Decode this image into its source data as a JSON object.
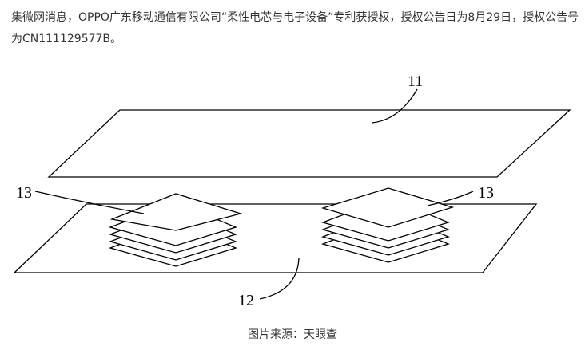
{
  "article": {
    "paragraph": "集微网消息，OPPO广东移动通信有限公司“柔性电芯与电子设备”专利获授权，授权公告日为8月29日，授权公告号为CN111129577B。"
  },
  "figure": {
    "labels": {
      "top_plate": "11",
      "bottom_plate": "12",
      "stack_left": "13",
      "stack_right": "13"
    }
  },
  "caption": "图片来源：天眼查"
}
